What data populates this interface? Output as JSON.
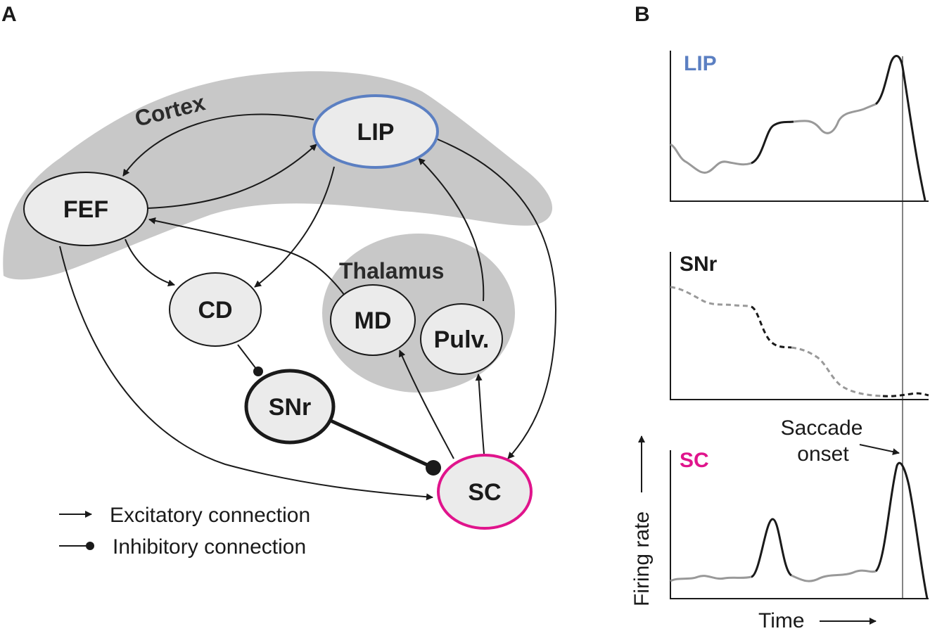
{
  "panels": {
    "a": "A",
    "b": "B"
  },
  "regions": {
    "cortex": "Cortex",
    "thalamus": "Thalamus"
  },
  "nodes": {
    "lip": "LIP",
    "fef": "FEF",
    "cd": "CD",
    "snr": "SNr",
    "sc": "SC",
    "md": "MD",
    "pulv": "Pulv."
  },
  "colors": {
    "lip": "#5b7fc2",
    "sc": "#e0148c",
    "region_fill": "#c8c8c8",
    "node_fill": "#ebebeb",
    "gray_trace": "#999999"
  },
  "legend": {
    "excitatory": "Excitatory connection",
    "inhibitory": "Inhibitory connection"
  },
  "traces": {
    "lip_title": "LIP",
    "snr_title": "SNr",
    "sc_title": "SC",
    "saccade_line1": "Saccade",
    "saccade_line2": "onset",
    "y_axis": "Firing rate",
    "x_axis": "Time"
  }
}
